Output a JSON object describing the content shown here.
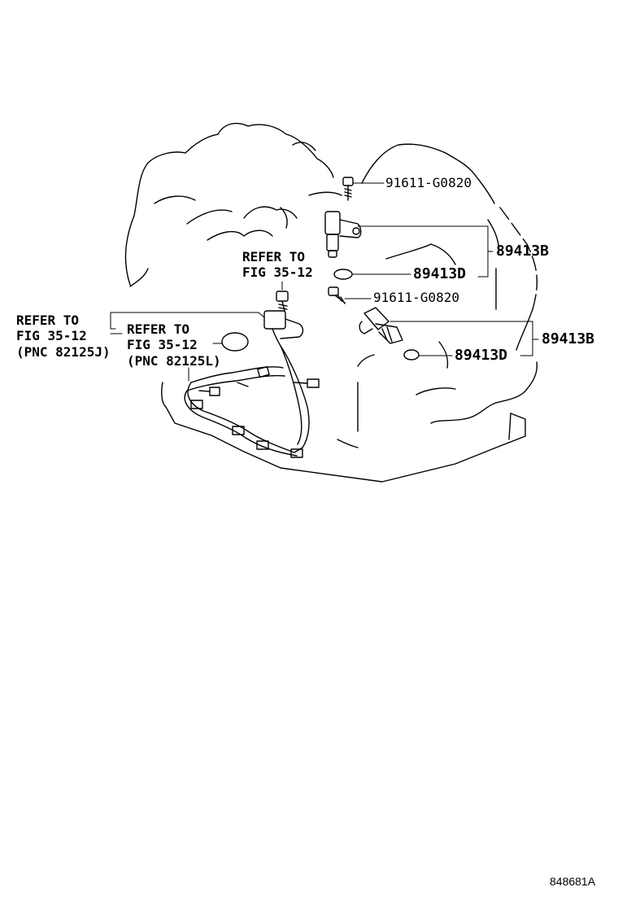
{
  "callouts": {
    "bolt_upper": "91611-G0820",
    "bolt_lower": "91611-G0820",
    "sensor_upper": "89413B",
    "oring_upper": "89413D",
    "sensor_lower": "89413B",
    "oring_lower": "89413D"
  },
  "references": {
    "top": [
      "REFER TO",
      "FIG 35-12"
    ],
    "left": [
      "REFER TO",
      "FIG 35-12",
      "(PNC 82125J)"
    ],
    "middle": [
      "REFER TO",
      "FIG 35-12",
      "(PNC 82125L)"
    ]
  },
  "illustration_code": "848681A"
}
